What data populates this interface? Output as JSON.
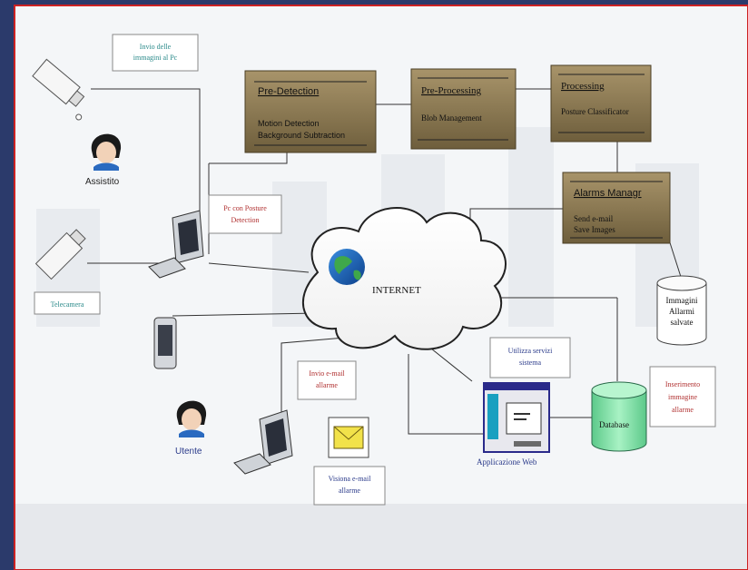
{
  "colors": {
    "background_frame": "#2b3a6b",
    "slide_border": "#cc2222",
    "process_box": "#8c7a52",
    "label_red": "#b03030",
    "label_teal": "#2a8a8a",
    "label_blue": "#2a3a8a",
    "database": "#7fe0a8"
  },
  "icons": {
    "camera_top": "security-camera-icon",
    "camera_bottom": "security-camera-icon",
    "assisted_person": "person-avatar-icon",
    "user_person": "person-avatar-icon",
    "pc_top": "desktop-computer-icon",
    "pc_bottom": "desktop-computer-icon",
    "mobile": "mobile-phone-icon",
    "globe": "globe-icon",
    "email": "envelope-icon",
    "web_app": "web-application-icon",
    "database": "database-cylinder-icon",
    "image_store": "storage-cylinder-icon"
  },
  "diagram": {
    "labels": {
      "invio_immagini": [
        "Invio delle",
        "immagini al Pc"
      ],
      "assistito": "Assistito",
      "telecamera": "Telecamera",
      "pc_posture": [
        "Pc con Posture",
        "Detection"
      ],
      "utente": "Utente",
      "invio_email": [
        "Invio e-mail",
        "allarme"
      ],
      "visiona_email": [
        "Visiona e-mail",
        "allarme"
      ],
      "internet": "INTERNET",
      "utilizza_servizi": [
        "Utilizza servizi",
        "sistema"
      ],
      "applicazione_web": "Applicazione Web",
      "database": "Database",
      "inserimento": [
        "Inserimento",
        "immagine",
        "allarme"
      ],
      "immagini_salvate": [
        "Immagini",
        "Allarmi",
        "salvate"
      ]
    },
    "boxes": {
      "pre_detection": {
        "title": "Pre-Detection",
        "lines": [
          "Motion Detection",
          "Background Subtraction"
        ]
      },
      "pre_processing": {
        "title": "Pre-Processing",
        "lines": [
          "Blob Management"
        ]
      },
      "processing": {
        "title": "Processing",
        "lines": [
          "Posture Classificator"
        ]
      },
      "alarms": {
        "title": "Alarms Managr",
        "lines": [
          "Send e-mail",
          "Save Images"
        ]
      }
    }
  }
}
